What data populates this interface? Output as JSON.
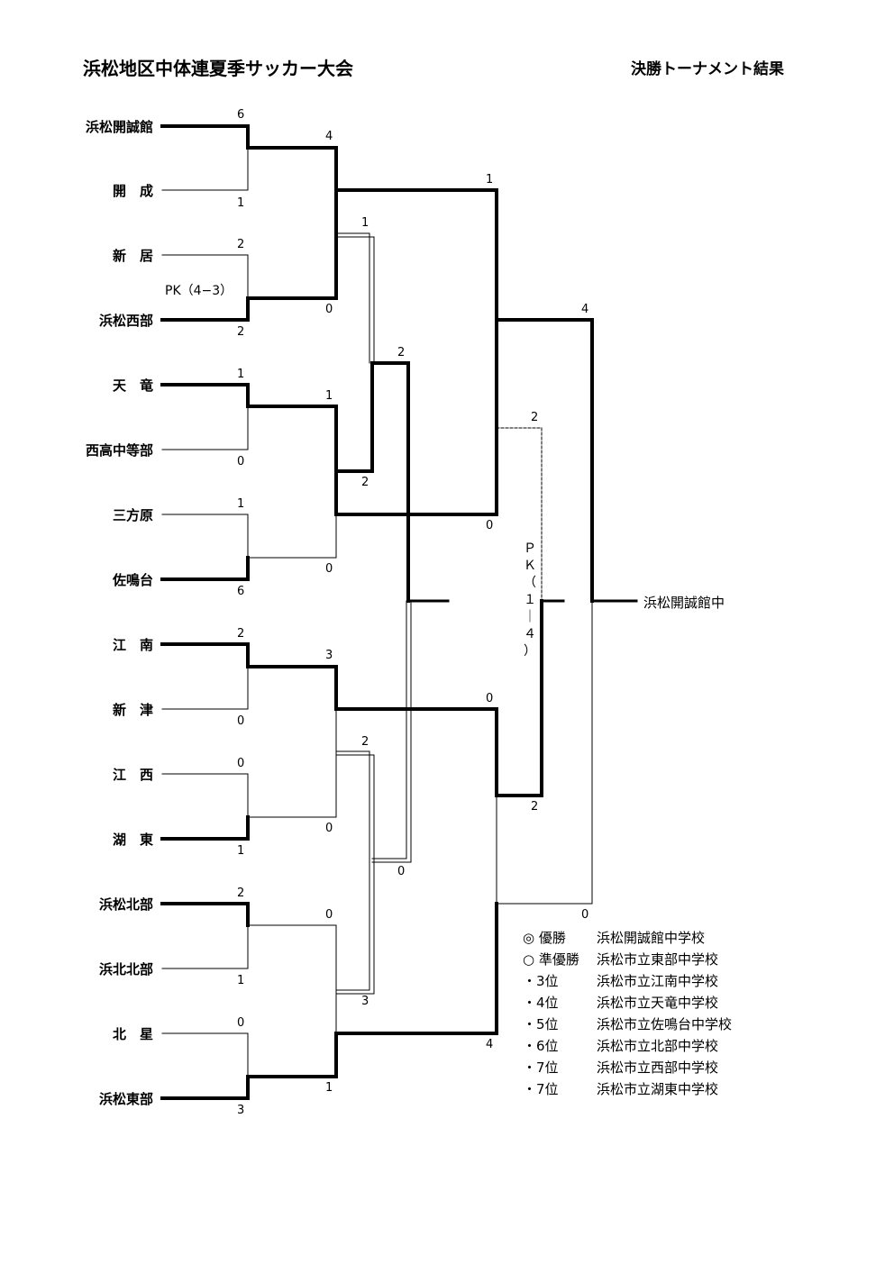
{
  "header": {
    "title": "浜松地区中体連夏季サッカー大会",
    "subtitle": "決勝トーナメント結果"
  },
  "teams": [
    "浜松開誠館",
    "開　成",
    "新　居",
    "浜松西部",
    "天　竜",
    "西高中等部",
    "三方原",
    "佐鳴台",
    "江　南",
    "新　津",
    "江　西",
    "湖　東",
    "浜松北部",
    "浜北北部",
    "北　星",
    "浜松東部"
  ],
  "round1_scores": [
    "6",
    "1",
    "2",
    "2",
    "1",
    "0",
    "1",
    "6",
    "2",
    "0",
    "0",
    "1",
    "2",
    "1",
    "0",
    "3"
  ],
  "round1_pk_note": "PK（4−3）",
  "round2_scores": [
    "4",
    "0",
    "1",
    "0",
    "3",
    "0",
    "0",
    "1"
  ],
  "round3_scores": [
    "1",
    "2",
    "2",
    "3"
  ],
  "round3_lower_score": "0",
  "semi_scores": [
    "1",
    "0",
    "0",
    "4"
  ],
  "final_scores": [
    "4",
    "2",
    "2",
    "0"
  ],
  "final_pk_note": [
    "Ｐ",
    "Ｋ",
    "（",
    "１",
    "｜",
    "４",
    "）"
  ],
  "champion": "浜松開誠館中",
  "results": [
    {
      "mark": "◎ 優勝",
      "school": "浜松開誠館中学校"
    },
    {
      "mark": "○ 準優勝",
      "school": "浜松市立東部中学校"
    },
    {
      "mark": "・3位",
      "school": "浜松市立江南中学校"
    },
    {
      "mark": "・4位",
      "school": "浜松市立天竜中学校"
    },
    {
      "mark": "・5位",
      "school": "浜松市立佐鳴台中学校"
    },
    {
      "mark": "・6位",
      "school": "浜松市立北部中学校"
    },
    {
      "mark": "・7位",
      "school": "浜松市立西部中学校"
    },
    {
      "mark": "・7位",
      "school": "浜松市立湖東中学校"
    }
  ]
}
